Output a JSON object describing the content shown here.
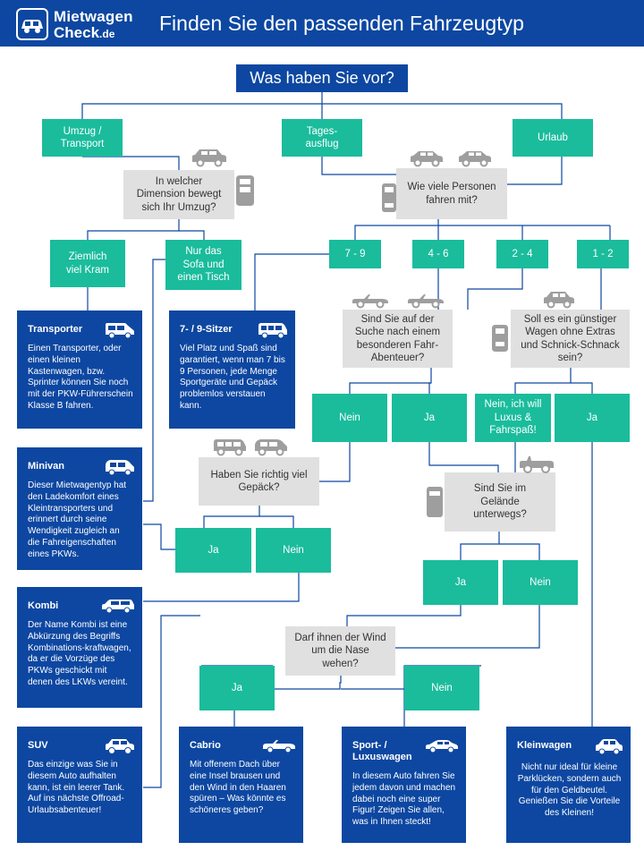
{
  "header": {
    "logo_line1": "Mietwagen",
    "logo_line2": "Check",
    "logo_tld": ".de",
    "title": "Finden Sie den passenden Fahrzeugtyp",
    "background": "#0d47a1"
  },
  "colors": {
    "navy": "#0d47a1",
    "teal": "#1abc9c",
    "grey_box": "#e0e0e0",
    "connector": "#0d47a1",
    "deco_icon": "#9e9e9e"
  },
  "main_question": "Was haben Sie vor?",
  "purposes": {
    "move": "Umzug / Transport",
    "daytrip": "Tages-ausflug",
    "vacation": "Urlaub"
  },
  "questions": {
    "dimension": "In welcher Dimension bewegt sich Ihr Umzug?",
    "persons": "Wie viele Personen fahren mit?",
    "adventure": "Sind Sie auf der Suche nach einem besonderen Fahr-Abenteuer?",
    "cheap": "Soll es ein günstiger Wagen ohne Extras und Schnick-Schnack sein?",
    "luggage": "Haben Sie richtig viel Gepäck?",
    "offroad": "Sind Sie im Gelände unterwegs?",
    "wind": "Darf ihnen der Wind um die Nase wehen?"
  },
  "answers": {
    "much_stuff": "Ziemlich viel Kram",
    "sofa": "Nur das Sofa und einen Tisch",
    "p79": "7 - 9",
    "p46": "4 - 6",
    "p24": "2 - 4",
    "p12": "1 - 2",
    "adv_no": "Nein",
    "adv_yes": "Ja",
    "luxury": "Nein, ich will Luxus & Fahrspaß!",
    "cheap_yes": "Ja",
    "lug_yes": "Ja",
    "lug_no": "Nein",
    "off_yes": "Ja",
    "off_no": "Nein",
    "wind_yes": "Ja",
    "wind_no": "Nein"
  },
  "cards": {
    "transporter": {
      "title": "Transporter",
      "icon": "van-icon",
      "desc": "Einen Transporter, oder einen kleinen Kastenwagen, bzw. Sprinter können Sie noch mit der PKW-Führerschein Klasse  B fahren."
    },
    "seven_nine": {
      "title": "7- / 9-Sitzer",
      "icon": "minibus-icon",
      "desc": "Viel Platz und Spaß  sind garantiert, wenn man 7 bis 9 Personen, jede Menge Sportgeräte und Gepäck problemlos verstauen kann."
    },
    "minivan": {
      "title": "Minivan",
      "icon": "minivan-icon",
      "desc": "Dieser Mietwagentyp hat den Ladekomfort eines Kleintransporters und erinnert durch seine Wendigkeit zugleich an die Fahreigenschaften eines PKWs."
    },
    "kombi": {
      "title": "Kombi",
      "icon": "station-wagon-icon",
      "desc": "Der Name Kombi ist eine Abkürzung des Begriffs Kombinations-kraftwagen, da er die Vorzüge des PKWs geschickt mit denen des LKWs vereint."
    },
    "suv": {
      "title": "SUV",
      "icon": "suv-icon",
      "desc": "Das einzige was Sie in diesem Auto aufhalten kann, ist ein leerer Tank. Auf ins nächste Offroad-Urlaubsabenteuer!"
    },
    "cabrio": {
      "title": "Cabrio",
      "icon": "convertible-icon",
      "desc": "Mit offenem Dach über eine Insel brausen und den Wind in den Haaren spüren – Was könnte es schöneres geben?"
    },
    "sport": {
      "title": "Sport- / Luxuswagen",
      "icon": "sports-car-icon",
      "desc": "In diesem Auto fahren Sie jedem davon und machen dabei noch eine super Figur! Zeigen Sie allen, was in Ihnen steckt!"
    },
    "small": {
      "title": "Kleinwagen",
      "icon": "small-car-icon",
      "desc": "Nicht nur ideal für kleine Parklücken, sondern auch für den Geldbeutel. Genießen Sie die Vorteile des Kleinen!"
    }
  }
}
